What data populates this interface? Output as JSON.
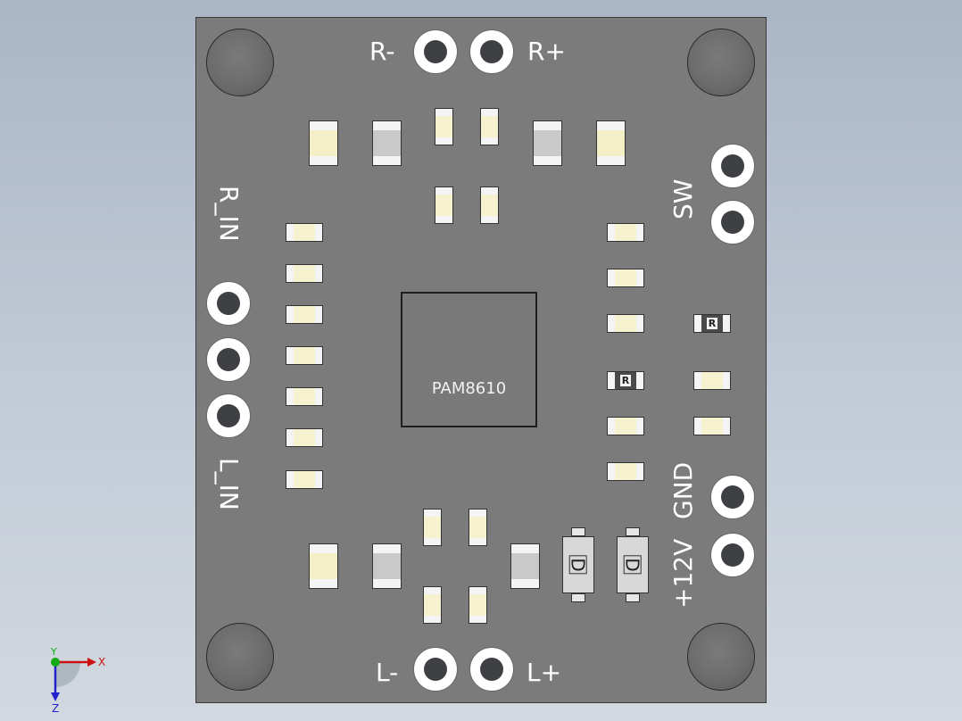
{
  "board": {
    "chip_label": "PAM8610",
    "labels": {
      "r_minus": "R-",
      "r_plus": "R+",
      "sw": "SW",
      "r_in": "R_IN",
      "l_in": "L_IN",
      "gnd": "GND",
      "v12": "+12V",
      "l_minus": "L-",
      "l_plus": "L+"
    },
    "resistor_mark": "R",
    "diode_mark": "D"
  },
  "triad": {
    "x_label": "X",
    "y_label": "Y",
    "z_label": "Z"
  },
  "colors": {
    "board": "#7b7b7b",
    "pad": "#ffffff",
    "silk": "#ffffff",
    "highlight": "#00aa00"
  }
}
